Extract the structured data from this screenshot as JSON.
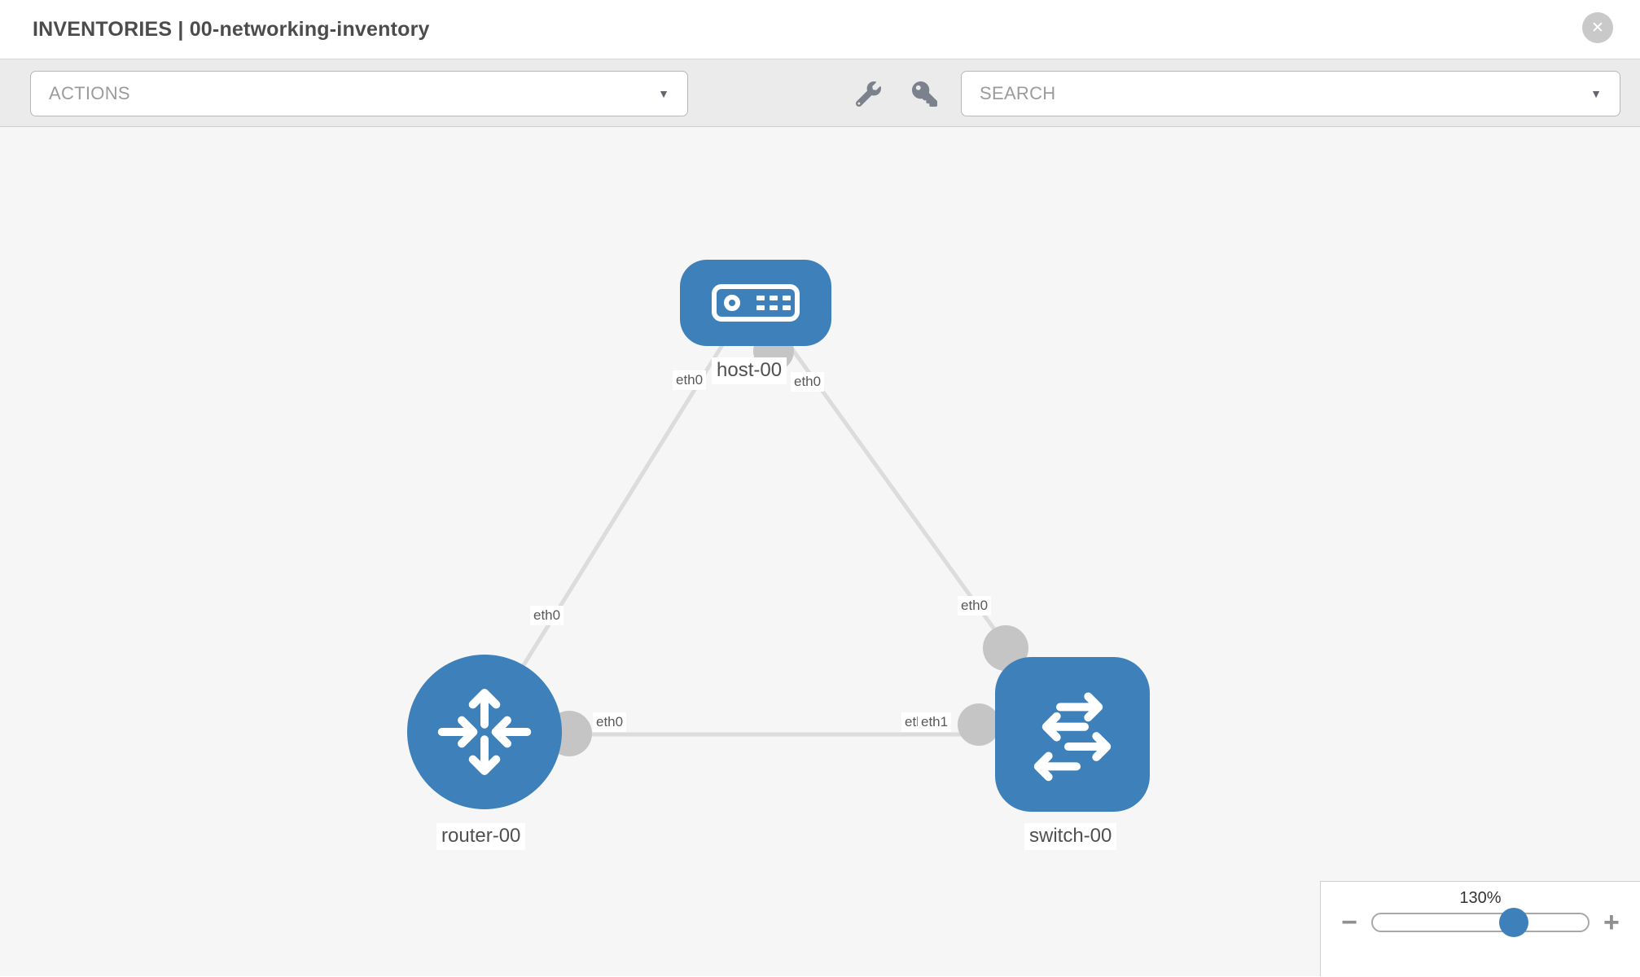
{
  "header": {
    "title": "INVENTORIES | 00-networking-inventory"
  },
  "toolbar": {
    "actions_label": "ACTIONS",
    "search_label": "SEARCH"
  },
  "icons": {
    "caret": "▼",
    "close": "✕",
    "minus": "−",
    "plus": "+"
  },
  "topology": {
    "nodes": [
      {
        "id": "host-00",
        "label": "host-00",
        "type": "host"
      },
      {
        "id": "router-00",
        "label": "router-00",
        "type": "router"
      },
      {
        "id": "switch-00",
        "label": "switch-00",
        "type": "switch"
      }
    ],
    "links": [
      {
        "from": "host-00",
        "from_if": "eth0",
        "to": "router-00",
        "to_if": "eth0"
      },
      {
        "from": "host-00",
        "from_if": "eth0",
        "to": "switch-00",
        "to_if": "eth0"
      },
      {
        "from": "router-00",
        "from_if": "eth0",
        "to": "switch-00",
        "to_if": "eth1"
      }
    ],
    "collision_label": "eth0"
  },
  "zoom_control": {
    "value": "130%"
  },
  "colors": {
    "node_blue": "#3d80ba",
    "link_gray": "#dcdcdc",
    "connector_gray": "#c5c5c5",
    "toolbar_bg": "#ebebeb",
    "canvas_bg": "#f6f6f6"
  }
}
